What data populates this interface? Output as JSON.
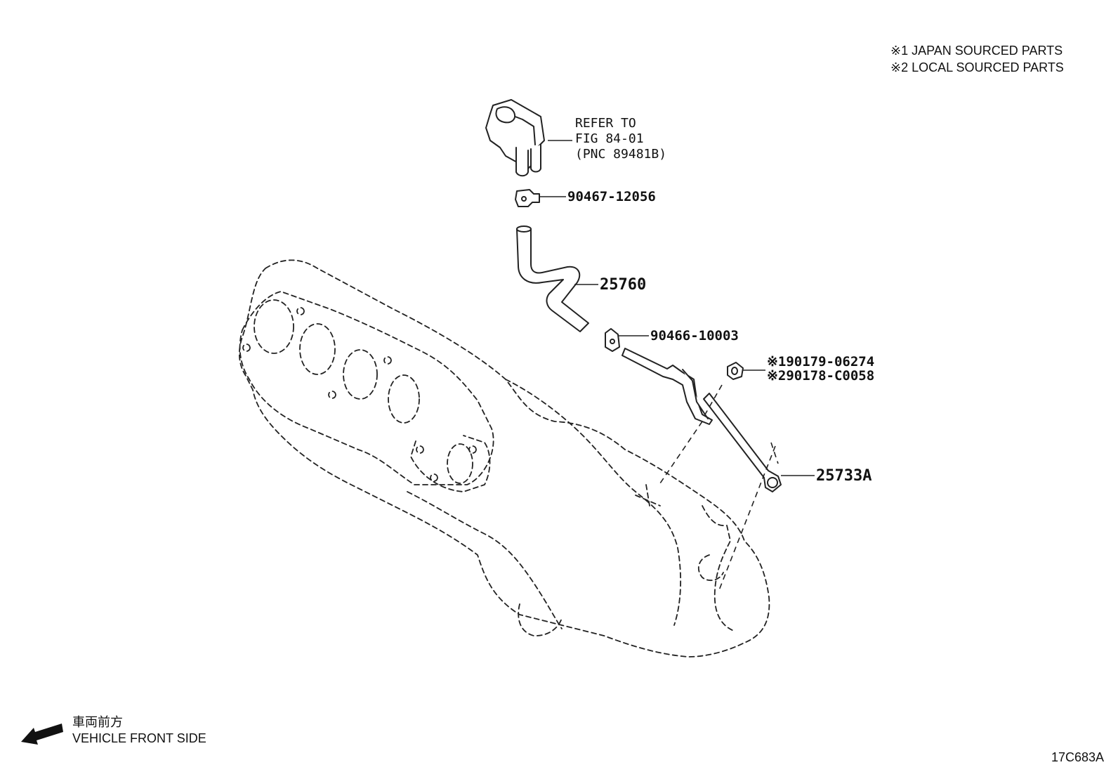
{
  "notes": {
    "note1": "※1 JAPAN SOURCED PARTS",
    "note2": "※2 LOCAL SOURCED PARTS"
  },
  "refer": {
    "line1": "REFER TO",
    "line2": "FIG 84-01",
    "line3": "(PNC 89481B)"
  },
  "callouts": {
    "clip_upper": "90467-12056",
    "hose": "25760",
    "clip_lower": "90466-10003",
    "gasket_jp": "※190179-06274",
    "gasket_local": "※290178-C0058",
    "pipe": "25733A"
  },
  "direction": {
    "jp_label": "車両前方",
    "en_label": "VEHICLE FRONT SIDE"
  },
  "figure_id": "17C683A",
  "colors": {
    "line": "#222222",
    "background": "#ffffff"
  },
  "icons": {
    "direction": "arrow-left-down-icon"
  }
}
